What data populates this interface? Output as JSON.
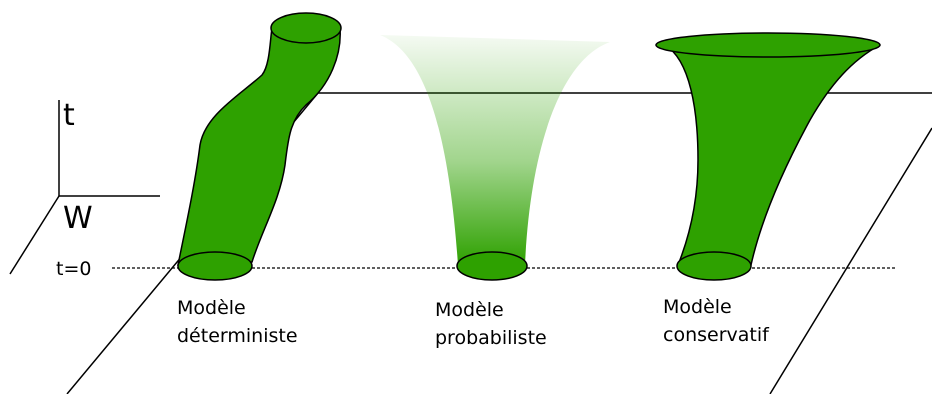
{
  "axes": {
    "time_label": "t",
    "space_label": "W",
    "origin_label": "t=0"
  },
  "models": [
    {
      "line1": "Modèle",
      "line2": "déterministe"
    },
    {
      "line1": "Modèle",
      "line2": "probabiliste"
    },
    {
      "line1": "Modèle",
      "line2": "conservatif"
    }
  ],
  "colors": {
    "tube_fill": "#2ea100",
    "tube_stroke": "#000000",
    "gradient_top": "#ffffff"
  }
}
